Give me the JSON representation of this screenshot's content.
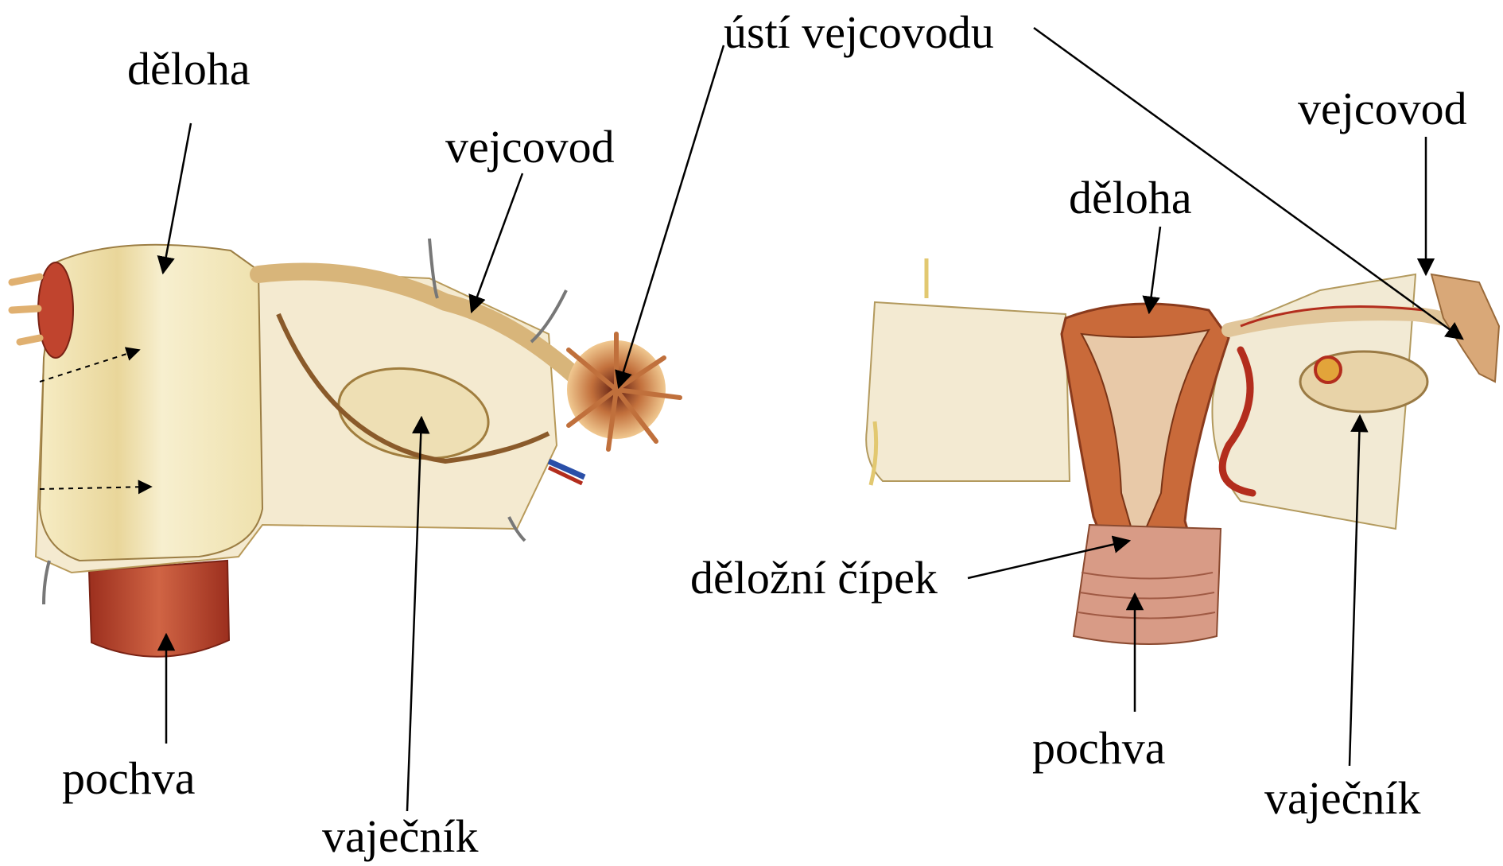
{
  "labels": {
    "left_deloha": "děloha",
    "left_vejcovod": "vejcovod",
    "usti_vejcovodu": "ústí vejcovodu",
    "left_pochva": "pochva",
    "left_vajecnik": "vaječník",
    "right_vejcovod": "vejcovod",
    "right_deloha": "děloha",
    "delozni_cipek": "děložní čípek",
    "right_pochva": "pochva",
    "right_vajecnik": "vaječník"
  },
  "colors": {
    "background": "#ffffff",
    "tissue_light": "#f3e7b8",
    "tissue_shadow": "#c9ab6a",
    "muscle_red": "#b8452e",
    "uterine_wall": "#c96a3a",
    "vessel_red": "#b32d1d",
    "vein_blue": "#2a4fa8",
    "label_text": "#000000"
  }
}
